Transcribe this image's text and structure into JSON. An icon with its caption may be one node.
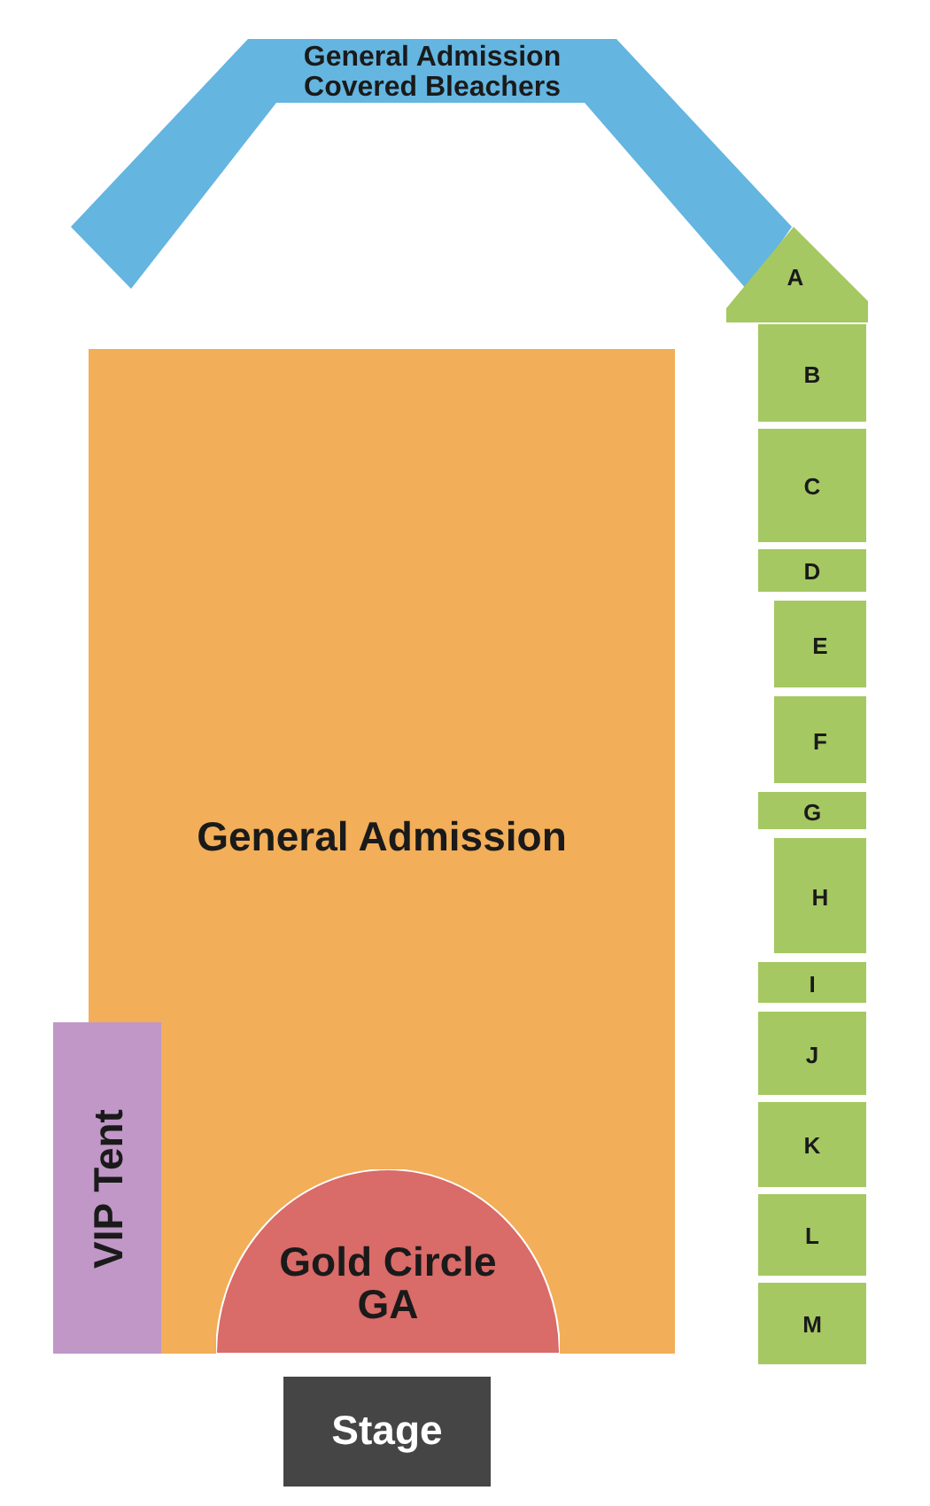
{
  "diagram": {
    "nodes": [
      {
        "text": [
          "General Admission Covered Bleachers"
        ]
      },
      {
        "text": [
          "A"
        ]
      },
      {
        "text": [
          "B"
        ]
      },
      {
        "text": [
          "C"
        ]
      },
      {
        "text": [
          "D"
        ]
      },
      {
        "text": [
          "E"
        ]
      },
      {
        "text": [
          "F"
        ]
      },
      {
        "text": [
          "G"
        ]
      },
      {
        "text": [
          "H"
        ]
      },
      {
        "text": [
          "I"
        ]
      },
      {
        "text": [
          "J"
        ]
      },
      {
        "text": [
          "K"
        ]
      },
      {
        "text": [
          "L"
        ]
      },
      {
        "text": [
          "M"
        ]
      },
      {
        "text": [
          "General Admission"
        ]
      },
      {
        "text": [
          "Gold Circle GA"
        ],
        "in": 14
      },
      {
        "text": [
          "VIP Tent"
        ]
      },
      {
        "text": [
          "Stage"
        ]
      }
    ]
  }
}
